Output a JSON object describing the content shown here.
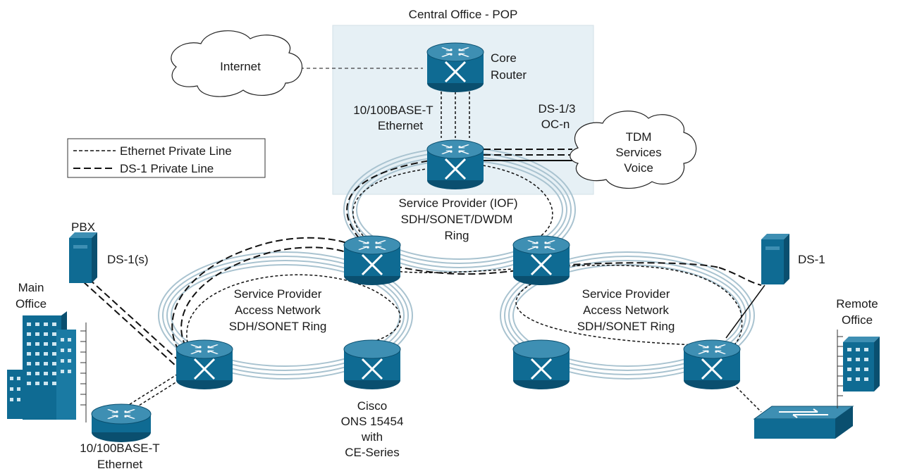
{
  "pop": {
    "title": "Central Office - POP"
  },
  "clouds": {
    "internet": {
      "lines": [
        "Internet"
      ]
    },
    "tdm": {
      "lines": [
        "TDM",
        "Services",
        "Voice"
      ]
    }
  },
  "labels": {
    "core_router": [
      "Core",
      "Router"
    ],
    "ethernet_link": [
      "10/100BASE-T",
      "Ethernet"
    ],
    "ds_oc": [
      "DS-1/3",
      "OC-n"
    ],
    "iof_ring": [
      "Service Provider (IOF)",
      "SDH/SONET/DWDM",
      "Ring"
    ],
    "left_ring": [
      "Service Provider",
      "Access Network",
      "SDH/SONET Ring"
    ],
    "right_ring": [
      "Service Provider",
      "Access Network",
      "SDH/SONET Ring"
    ],
    "pbx": [
      "PBX"
    ],
    "ds1s": [
      "DS-1(s)"
    ],
    "main_office": [
      "Main",
      "Office"
    ],
    "bottom_ethernet": [
      "10/100BASE-T",
      "Ethernet"
    ],
    "cisco_ons": [
      "Cisco",
      "ONS 15454",
      "with",
      "CE-Series"
    ],
    "ds1_right": [
      "DS-1"
    ],
    "remote_office": [
      "Remote",
      "Office"
    ]
  },
  "legend": {
    "items": [
      {
        "label": "Ethernet Private Line",
        "style": "short-dash"
      },
      {
        "label": "DS-1 Private Line",
        "style": "long-dash"
      }
    ]
  },
  "colors": {
    "device": "#0f6b93",
    "device_dark": "#0a4f6f",
    "pop_bg": "#e6f0f5",
    "ring": "#a9c3d0"
  }
}
